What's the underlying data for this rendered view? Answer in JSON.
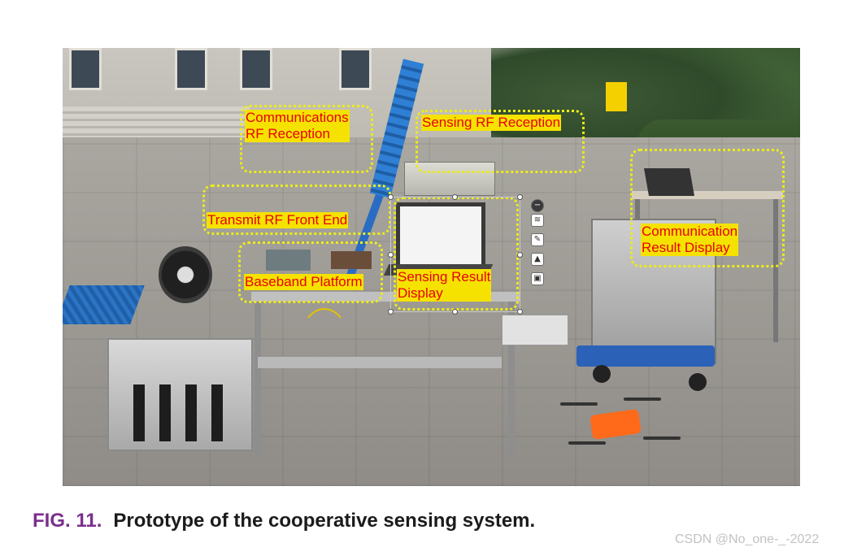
{
  "photo": {
    "labels": {
      "comm_rf_reception": "Communications\nRF Reception",
      "sensing_rf_reception": "Sensing RF Reception",
      "transmit_rf_front_end": "Transmit RF Front End",
      "baseband_platform": "Baseband Platform",
      "sensing_result_display": "Sensing Result\nDisplay",
      "comm_result_display": "Communication\nResult Display"
    },
    "overlay_box_color": "#ecec1a",
    "label_background": "#f5e200",
    "label_text_color": "#e8000b",
    "toolbar_icons": [
      "minus-icon",
      "layers-icon",
      "pen-icon",
      "stamp-icon",
      "frame-icon"
    ]
  },
  "caption": {
    "figure_number": "FIG. 11.",
    "text": "Prototype of the cooperative sensing system.",
    "figure_number_color": "#7b2f8e"
  },
  "watermark": "CSDN @No_one-_-2022"
}
